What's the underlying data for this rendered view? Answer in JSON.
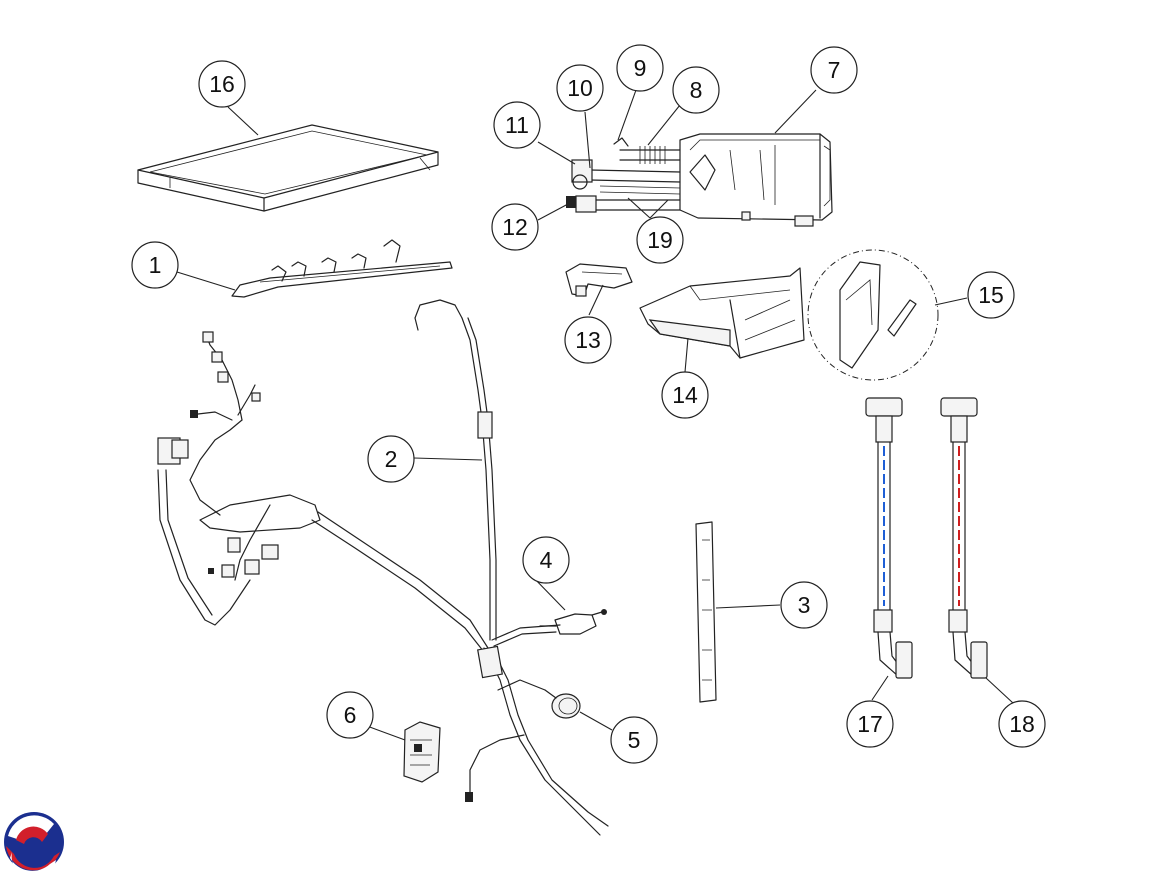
{
  "diagram": {
    "callouts": [
      {
        "label": "1"
      },
      {
        "label": "2"
      },
      {
        "label": "3"
      },
      {
        "label": "4"
      },
      {
        "label": "5"
      },
      {
        "label": "6"
      },
      {
        "label": "7"
      },
      {
        "label": "8"
      },
      {
        "label": "9"
      },
      {
        "label": "10"
      },
      {
        "label": "11"
      },
      {
        "label": "12"
      },
      {
        "label": "13"
      },
      {
        "label": "14"
      },
      {
        "label": "15"
      },
      {
        "label": "16"
      },
      {
        "label": "17"
      },
      {
        "label": "18"
      },
      {
        "label": "19"
      }
    ]
  },
  "colors": {
    "line": "#222222",
    "hose_blue": "#1f5fd6",
    "hose_red": "#d01f1f",
    "logo_blue": "#1b2f8f",
    "logo_red": "#d21f2b"
  },
  "logo": {
    "name": "brand-logo-icon"
  }
}
